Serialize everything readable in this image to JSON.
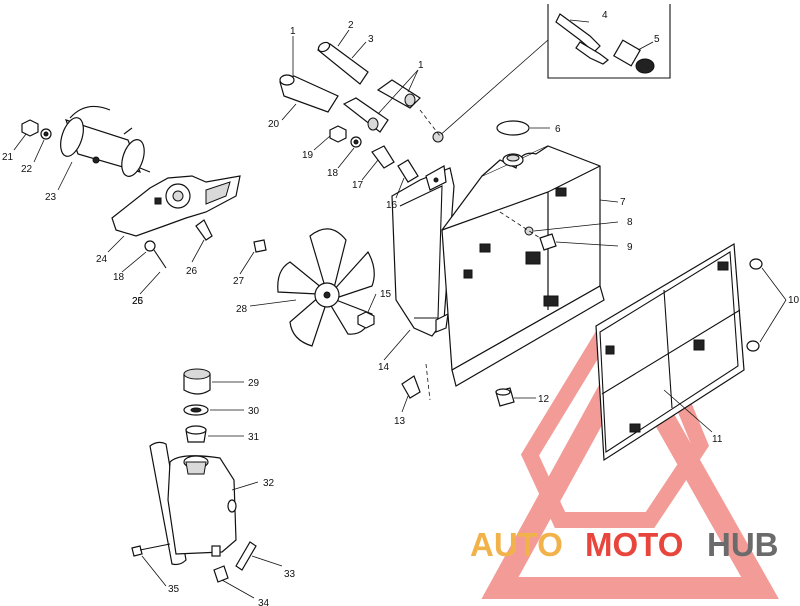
{
  "diagram": {
    "callouts": [
      "1",
      "1",
      "2",
      "3",
      "4",
      "5",
      "6",
      "7",
      "8",
      "9",
      "10",
      "11",
      "12",
      "13",
      "14",
      "15",
      "16",
      "17",
      "18",
      "18",
      "19",
      "20",
      "21",
      "22",
      "23",
      "24",
      "25",
      "26",
      "26",
      "27",
      "28",
      "29",
      "30",
      "31",
      "32",
      "33",
      "34",
      "35"
    ]
  },
  "watermark": {
    "part1": "AUTO",
    "part2": "MOTO",
    "part3": "HUB",
    "colors": {
      "auto": "#f2b24a",
      "moto": "#e8453c",
      "hub": "#6b6b6b",
      "triangle": "#f08a85"
    }
  }
}
